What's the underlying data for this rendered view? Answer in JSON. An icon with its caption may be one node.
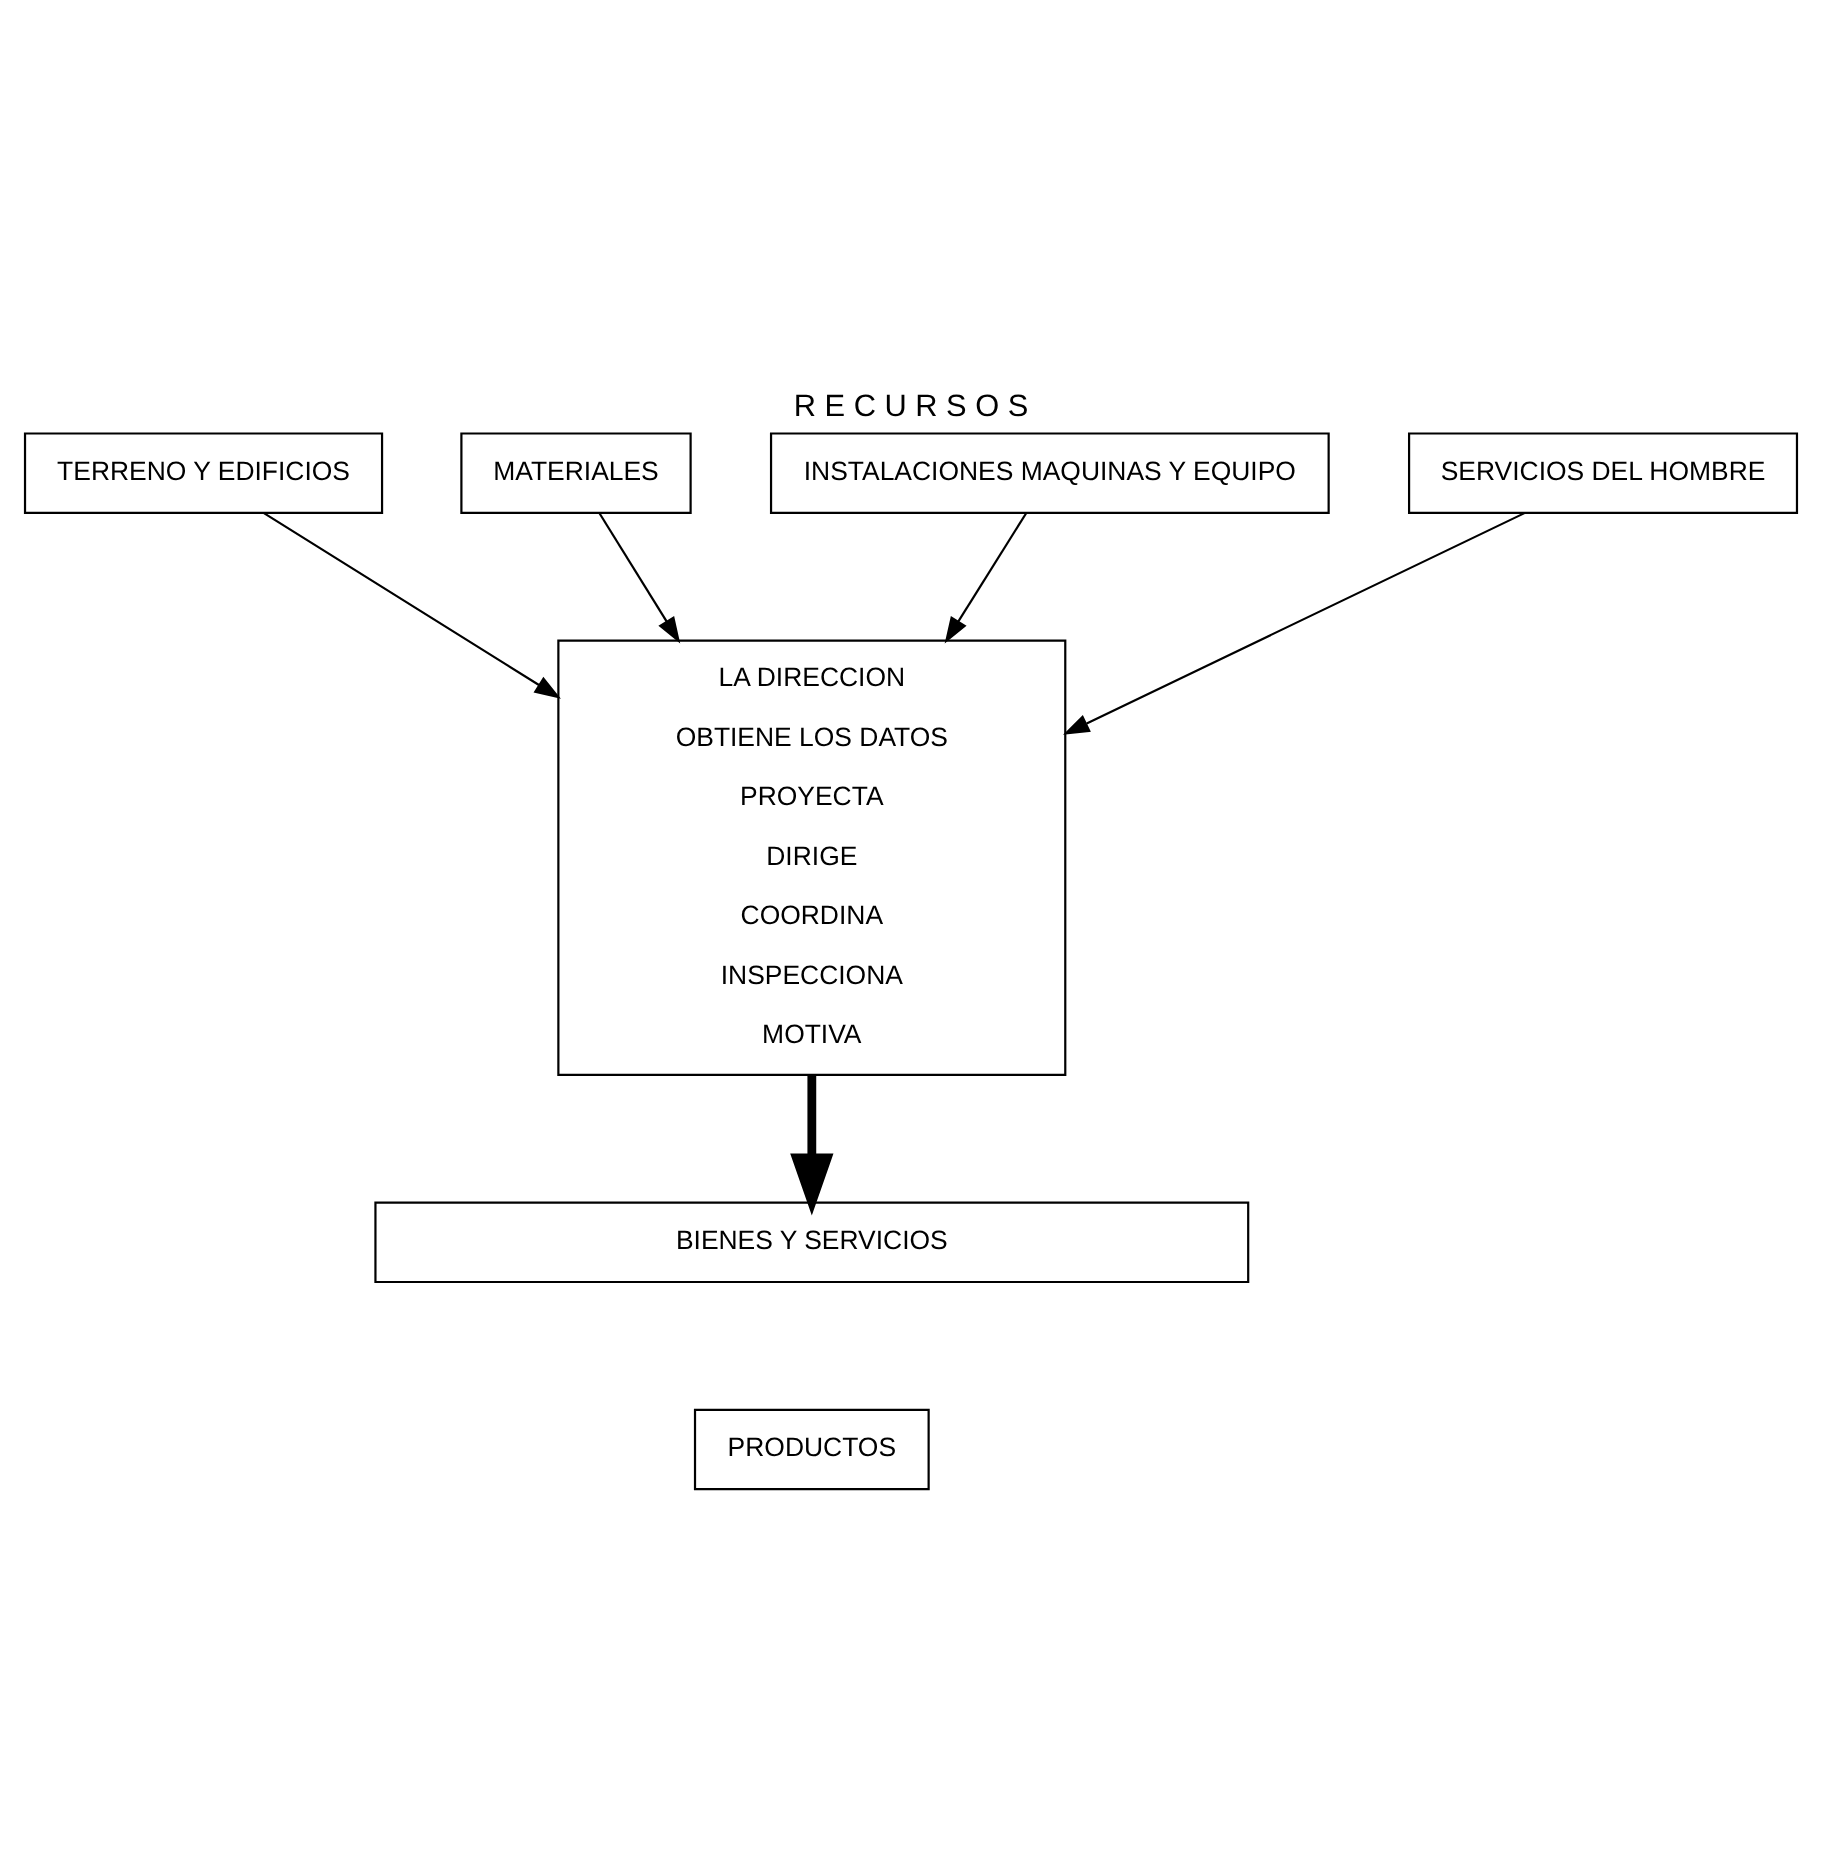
{
  "diagram": {
    "title": "R E C U R S O S",
    "nodes": [
      {
        "text": [
          "TERRENO Y EDIFICIOS"
        ]
      },
      {
        "text": [
          "MATERIALES"
        ]
      },
      {
        "text": [
          "INSTALACIONES MAQUINAS Y EQUIPO"
        ]
      },
      {
        "text": [
          "SERVICIOS DEL HOMBRE"
        ]
      },
      {
        "text": [
          "LA DIRECCION",
          "OBTIENE LOS DATOS",
          "PROYECTA",
          "DIRIGE",
          "COORDINA",
          "INSPECCIONA",
          "MOTIVA"
        ]
      },
      {
        "text": [
          "BIENES Y SERVICIOS"
        ]
      },
      {
        "text": [
          "PRODUCTOS"
        ]
      }
    ],
    "edges": [
      {
        "from": 0,
        "to": 4,
        "arrow": "to"
      },
      {
        "from": 1,
        "to": 4,
        "arrow": "to"
      },
      {
        "from": 2,
        "to": 4,
        "arrow": "to"
      },
      {
        "from": 3,
        "to": 4,
        "arrow": "to"
      },
      {
        "from": 4,
        "to": 5,
        "arrow": "to",
        "style": "thick"
      }
    ]
  }
}
